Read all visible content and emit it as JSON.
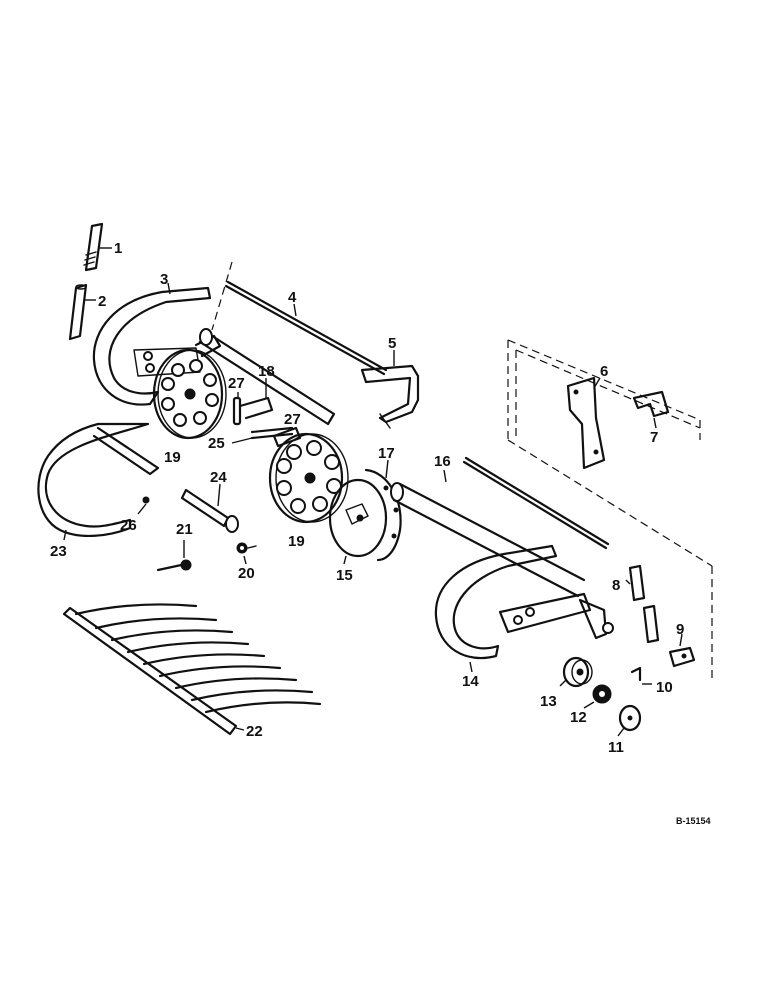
{
  "figure_id": "B-15154",
  "callouts": [
    "1",
    "2",
    "3",
    "4",
    "5",
    "6",
    "7",
    "8",
    "9",
    "10",
    "11",
    "12",
    "13",
    "14",
    "15",
    "16",
    "17",
    "18",
    "19",
    "19",
    "20",
    "21",
    "22",
    "23",
    "24",
    "25",
    "26",
    "27",
    "27"
  ]
}
